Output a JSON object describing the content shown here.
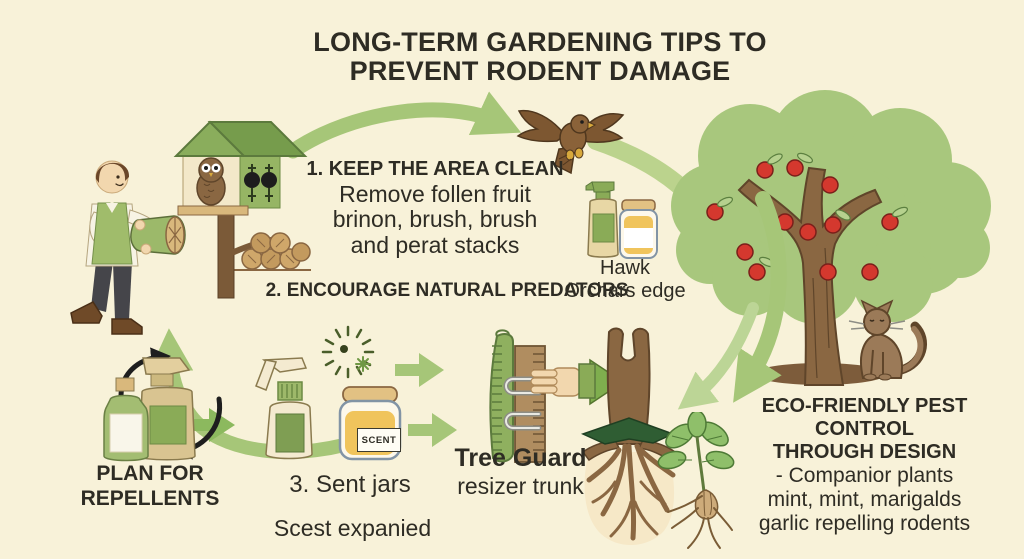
{
  "title": {
    "line1": "LONG-TERM GARDENING TIPS TO",
    "line2": "PREVENT RODENT DAMAGE"
  },
  "steps": {
    "keep_clean": {
      "heading": "1. KEEP THE AREA CLEAN",
      "lines": [
        "Remove follen fruit",
        "brinon, brush, brush",
        "and perat stacks"
      ]
    },
    "predators": {
      "heading": "2. ENCOURAGE NATURAL PREDATORS",
      "caption_line1": "Hawk",
      "caption_line2": "Orchars edge"
    },
    "repellents": {
      "heading_line1": "PLAN FOR",
      "heading_line2": "REPELLENTS"
    },
    "scent_jars": {
      "heading": "3. Sent jars",
      "subtext": "Scest expanied",
      "jar_label": "SCENT"
    },
    "tree_guard": {
      "title": "Tree Guard",
      "subtitle": "resizer trunk"
    },
    "eco_design": {
      "heading_line1": "ECO-FRIENDLY PEST CONTROL",
      "heading_line2": "THROUGH DESIGN",
      "bullets": [
        "- Companior plants",
        "mint, mint, marigalds",
        "garlic repelling rodents"
      ]
    }
  },
  "icons": {
    "gardener": "man-carrying-log",
    "birdhouse": "owl-nest-box-with-log-pile",
    "hawk": "flying-hawk",
    "spray_and_jar": "repellent-spray-and-jar",
    "apple_tree": "apple-tree-with-cat",
    "repellent_bottles": "bottle-pair-with-rotation-arrows",
    "scent_spray": "scent-spray-bottle",
    "scent_jar": "scent-jar",
    "starburst": "scent-burst",
    "tree_guard": "trunk-guard-with-hand",
    "trunk_roots": "trunk-with-roots-and-collar",
    "bulb_plant": "companion-plant-with-bulb"
  },
  "colors": {
    "background": "#f8f2d9",
    "text": "#2e2c24",
    "arrow_green": "#a6c678",
    "arrow_green_light": "#bcd596",
    "arrow_green_dark": "#7fae4e",
    "foliage_green": "#a8c77d",
    "trunk_brown": "#8a6742",
    "apple_red": "#d4382e",
    "label_green": "#8aab57",
    "jar_yellow": "#f0c45c",
    "collar_dark_green": "#2f5d33",
    "black_arrow": "#1e1e1e"
  }
}
